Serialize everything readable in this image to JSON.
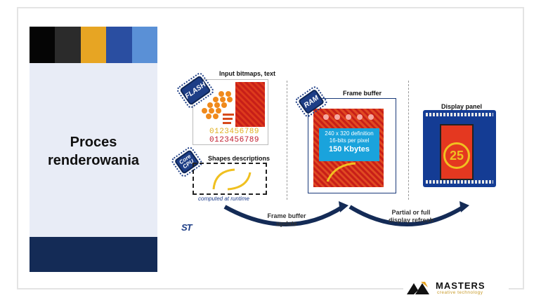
{
  "palette": {
    "swatches": [
      "#050505",
      "#2b2b2b",
      "#e7a523",
      "#2a4ea1",
      "#5a90d6"
    ],
    "sidebar_bg": "#e8ecf6",
    "sidebar_bottom": "#142b56"
  },
  "slide": {
    "title_line1": "Proces",
    "title_line2": "renderowania"
  },
  "diagram": {
    "flash_chip": "FLASH",
    "input_label": "Input bitmaps, text",
    "digits_yellow": "0123456789",
    "digits_red": "0123456789",
    "cpu_chip_line1": "Core",
    "cpu_chip_line2": "CPU",
    "shapes_label": "Shapes descriptions",
    "computed_label": "computed at runtime",
    "ram_chip": "RAM",
    "framebuffer_label": "Frame buffer",
    "fb_definition": "240 x 320 definition",
    "fb_bits": "16-bits per pixel",
    "fb_size": "150 Kbytes",
    "display_label": "Display panel",
    "display_number": "25",
    "arrow1_line1": "Frame buffer",
    "arrow1_line2": "update",
    "arrow2_line1": "Partial or full",
    "arrow2_line2": "display refresh",
    "st_logo": "ST"
  },
  "brand": {
    "name": "MASTERS",
    "tagline": "creative technology"
  }
}
